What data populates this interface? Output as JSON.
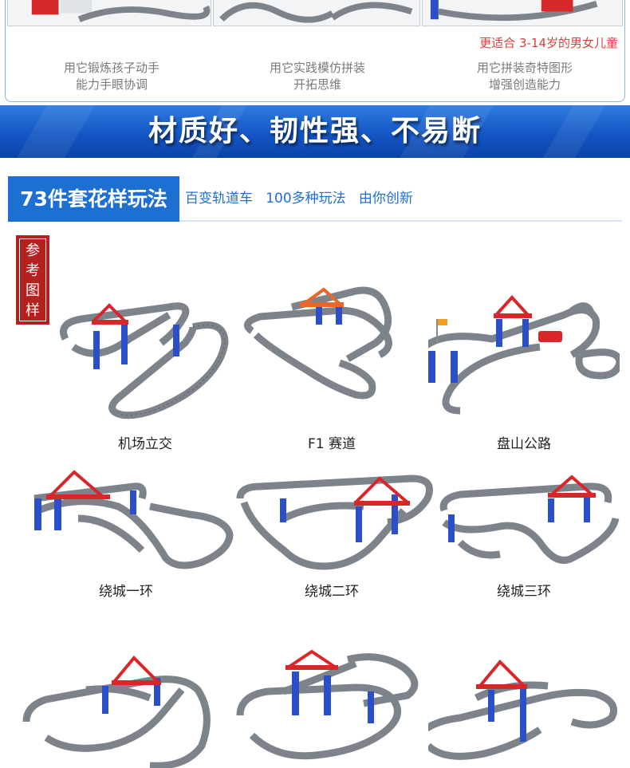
{
  "top_panel": {
    "age_note": "更适合 3-14岁的男女儿童",
    "features": [
      {
        "line1": "用它锻炼孩子动手",
        "line2": "能力手眼协调"
      },
      {
        "line1": "用它实践模仿拼装",
        "line2": "开拓思维"
      },
      {
        "line1": "用它拼装奇特图形",
        "line2": "增强创造能力"
      }
    ]
  },
  "slogan": "材质好、韧性强、不易断",
  "section": {
    "title": "73件套花样玩法",
    "subtitle": "百变轨道车   100多种玩法   由你创新"
  },
  "seal": {
    "chars": [
      "参",
      "考",
      "图",
      "样"
    ]
  },
  "tracks": [
    {
      "caption": "机场立交"
    },
    {
      "caption": "F1 赛道"
    },
    {
      "caption": "盘山公路"
    },
    {
      "caption": "绕城一环"
    },
    {
      "caption": "绕城二环"
    },
    {
      "caption": "绕城三环"
    },
    {
      "caption": ""
    },
    {
      "caption": ""
    },
    {
      "caption": ""
    }
  ],
  "colors": {
    "brand_blue": "#1e6fd2",
    "seal_red": "#b5211e",
    "track_gray": "#7d838b",
    "pillar_blue": "#2a4fc9",
    "bridge_red": "#d8262a"
  }
}
